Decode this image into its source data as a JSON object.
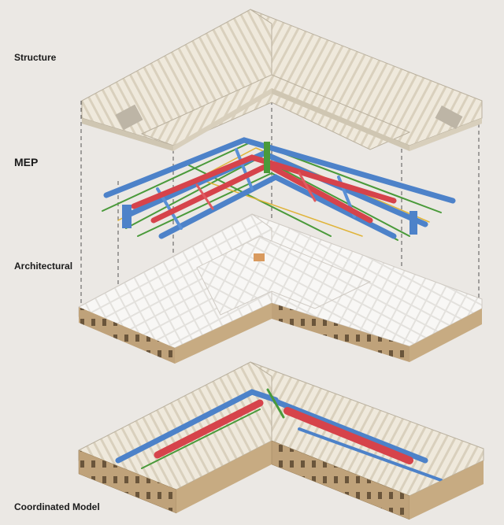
{
  "labels": {
    "structure": "Structure",
    "mep": "MEP",
    "architectural": "Architectural",
    "coordinated_model": "Coordinated Model"
  },
  "colors": {
    "background": "#ebe8e4",
    "structure": "#ece6d9",
    "duct_blue": "#4d82c9",
    "duct_red": "#d6434b",
    "pipe_green": "#4a9a3a",
    "pipe_yellow": "#e0b43a",
    "walls": "#f4f3f1",
    "facade": "#b89a72"
  },
  "icons": [
    "building-layer"
  ]
}
